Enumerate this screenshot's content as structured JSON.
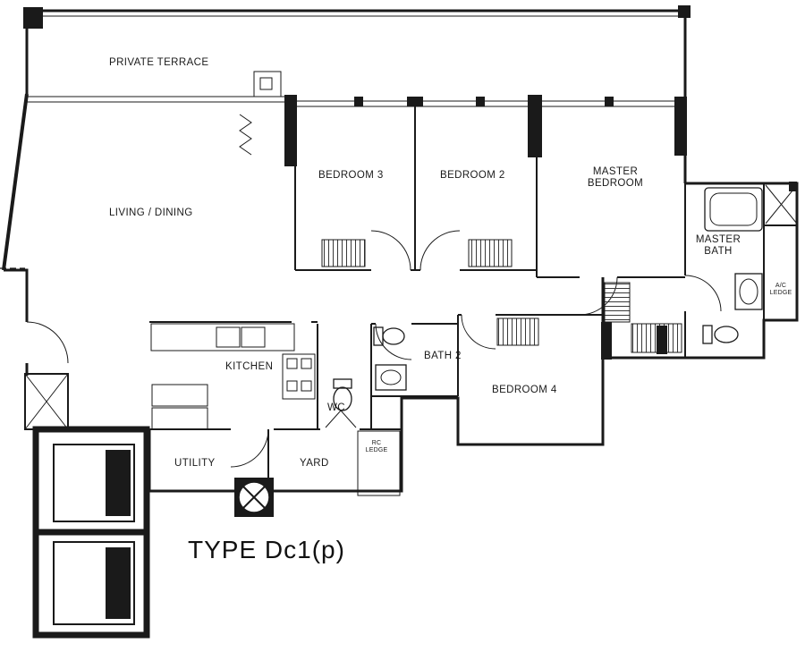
{
  "title": "TYPE Dc1(p)",
  "rooms": {
    "private_terrace": "PRIVATE TERRACE",
    "living_dining": "LIVING / DINING",
    "bedroom_3": "BEDROOM 3",
    "bedroom_2": "BEDROOM 2",
    "master_bedroom": "MASTER BEDROOM",
    "master_bath": "MASTER BATH",
    "bedroom_4": "BEDROOM 4",
    "kitchen": "KITCHEN",
    "bath_2": "BATH 2",
    "wc": "WC",
    "utility": "UTILITY",
    "yard": "YARD",
    "ac_ledge": "A/C LEDGE",
    "rc_ledge": "RC LEDGE"
  },
  "colors": {
    "ink": "#1a1a1a",
    "background": "#ffffff"
  }
}
